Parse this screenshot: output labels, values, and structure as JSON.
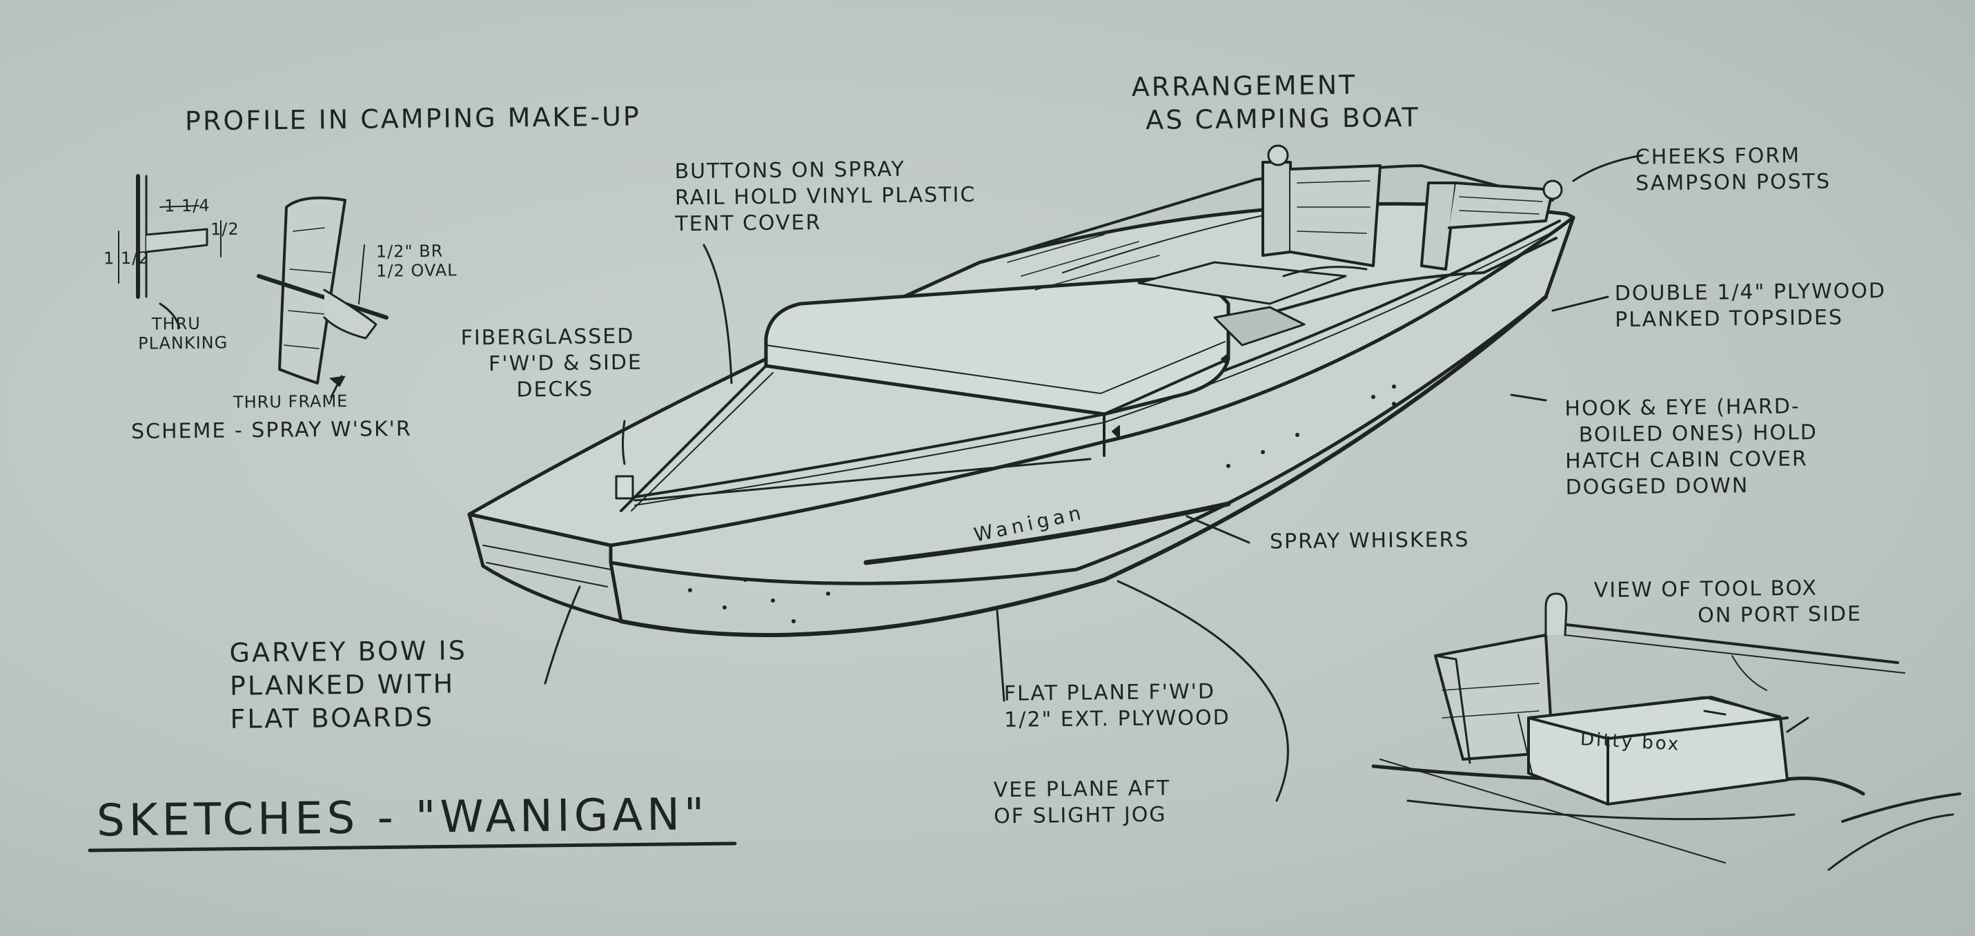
{
  "labels": {
    "profile_title": "Profile in camping make-up",
    "arrangement": [
      "Arrangement",
      "as camping boat"
    ],
    "buttons": [
      "Buttons on spray",
      "rail hold vinyl plastic",
      "tent cover"
    ],
    "cheeks": [
      "Cheeks form",
      "Sampson posts"
    ],
    "plywood": [
      "Double 1/4\" plywood",
      "planked topsides"
    ],
    "fiberglassed": [
      "Fiberglassed",
      "F'W'D & side",
      "decks"
    ],
    "hook_eye": [
      "Hook & eye (hard-",
      "boiled ones) hold",
      "hatch cabin cover",
      "dogged down"
    ],
    "spray_whiskers": "Spray whiskers",
    "garvey": [
      "Garvey bow is",
      "planked with",
      "flat boards"
    ],
    "flat_plane": [
      "Flat plane F'W'D",
      "1/2\" ext. plywood"
    ],
    "vee_plane": [
      "Vee plane aft",
      "of slight jog"
    ],
    "tool_box": [
      "View of tool box",
      "on port side"
    ],
    "ditty_box": "Ditty box",
    "thru_planking": [
      "Thru",
      "planking"
    ],
    "thru_frame": "Thru frame",
    "bolt": [
      "1/2\" BR",
      "1/2 oval"
    ],
    "scheme": "Scheme - spray w'sk'r",
    "hull_name": "Wanigan",
    "sheet_title": "Sketches - \"Wanigan\"",
    "dim_a": "1 1/4",
    "dim_b": "1/2",
    "dim_c": "1 1/2"
  }
}
